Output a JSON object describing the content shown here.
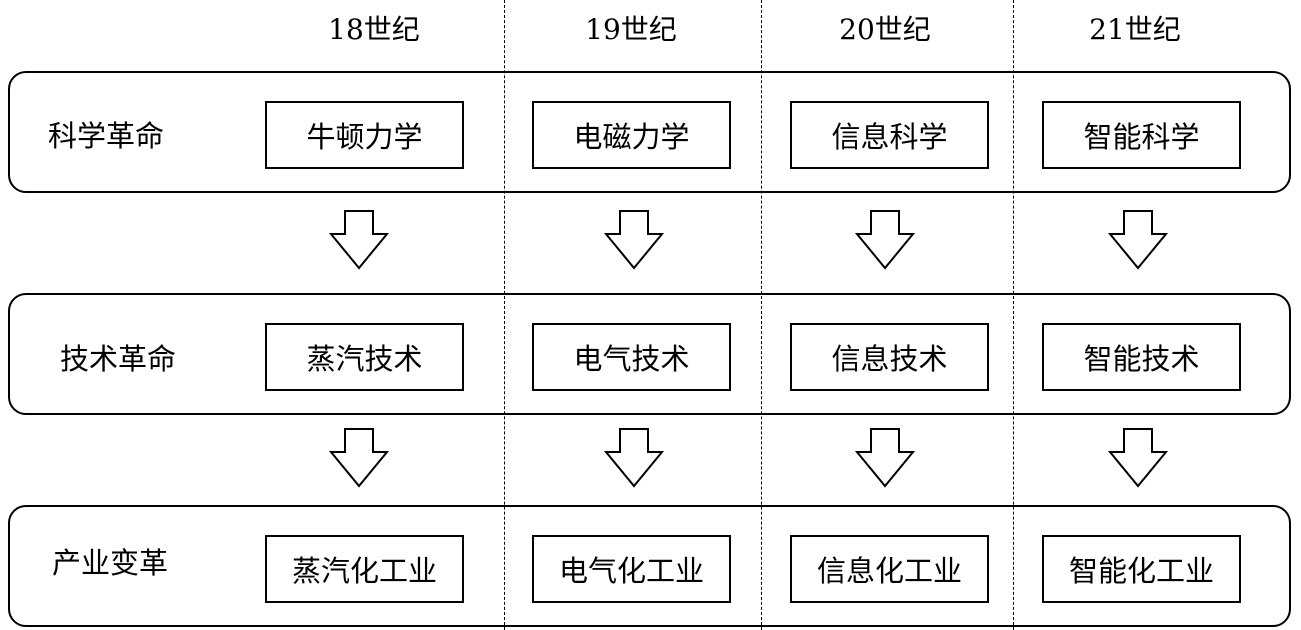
{
  "centuries": [
    "18世纪",
    "19世纪",
    "20世纪",
    "21世纪"
  ],
  "rows": [
    {
      "label": "科学革命",
      "cells": [
        "牛顿力学",
        "电磁力学",
        "信息科学",
        "智能科学"
      ]
    },
    {
      "label": "技术革命",
      "cells": [
        "蒸汽技术",
        "电气技术",
        "信息技术",
        "智能技术"
      ]
    },
    {
      "label": "产业变革",
      "cells": [
        "蒸汽化工业",
        "电气化工业",
        "信息化工业",
        "智能化工业"
      ]
    }
  ],
  "arrows": {
    "icon": "down-arrow-icon"
  }
}
